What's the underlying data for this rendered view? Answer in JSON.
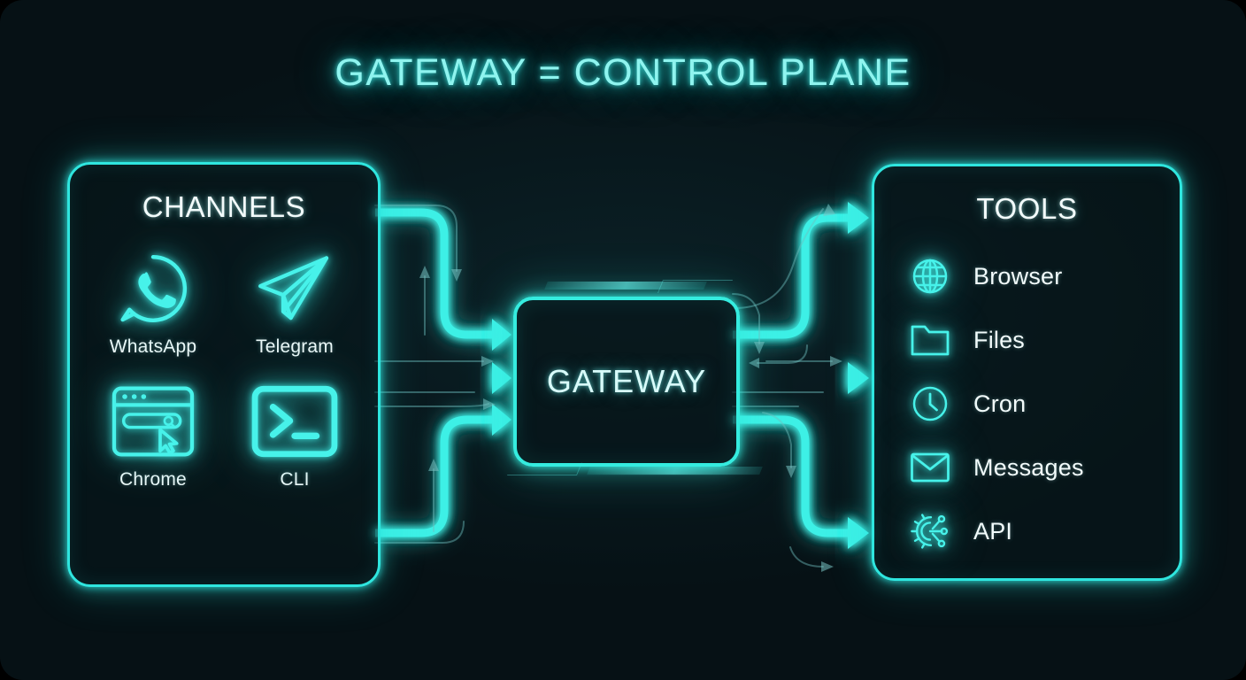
{
  "page": {
    "title": "GATEWAY = CONTROL PLANE",
    "background_color": "#061115",
    "accent_color": "#3ef0e6",
    "text_color": "#f2fbfb"
  },
  "channels_panel": {
    "title": "CHANNELS",
    "items": [
      {
        "label": "WhatsApp",
        "icon": "whatsapp-icon"
      },
      {
        "label": "Telegram",
        "icon": "telegram-icon"
      },
      {
        "label": "Chrome",
        "icon": "browser-window-icon"
      },
      {
        "label": "CLI",
        "icon": "terminal-icon"
      }
    ]
  },
  "gateway": {
    "label": "GATEWAY"
  },
  "tools_panel": {
    "title": "TOOLS",
    "items": [
      {
        "label": "Browser",
        "icon": "globe-icon"
      },
      {
        "label": "Files",
        "icon": "folder-icon"
      },
      {
        "label": "Cron",
        "icon": "clock-icon"
      },
      {
        "label": "Messages",
        "icon": "envelope-icon"
      },
      {
        "label": "API",
        "icon": "api-gear-icon"
      }
    ]
  }
}
